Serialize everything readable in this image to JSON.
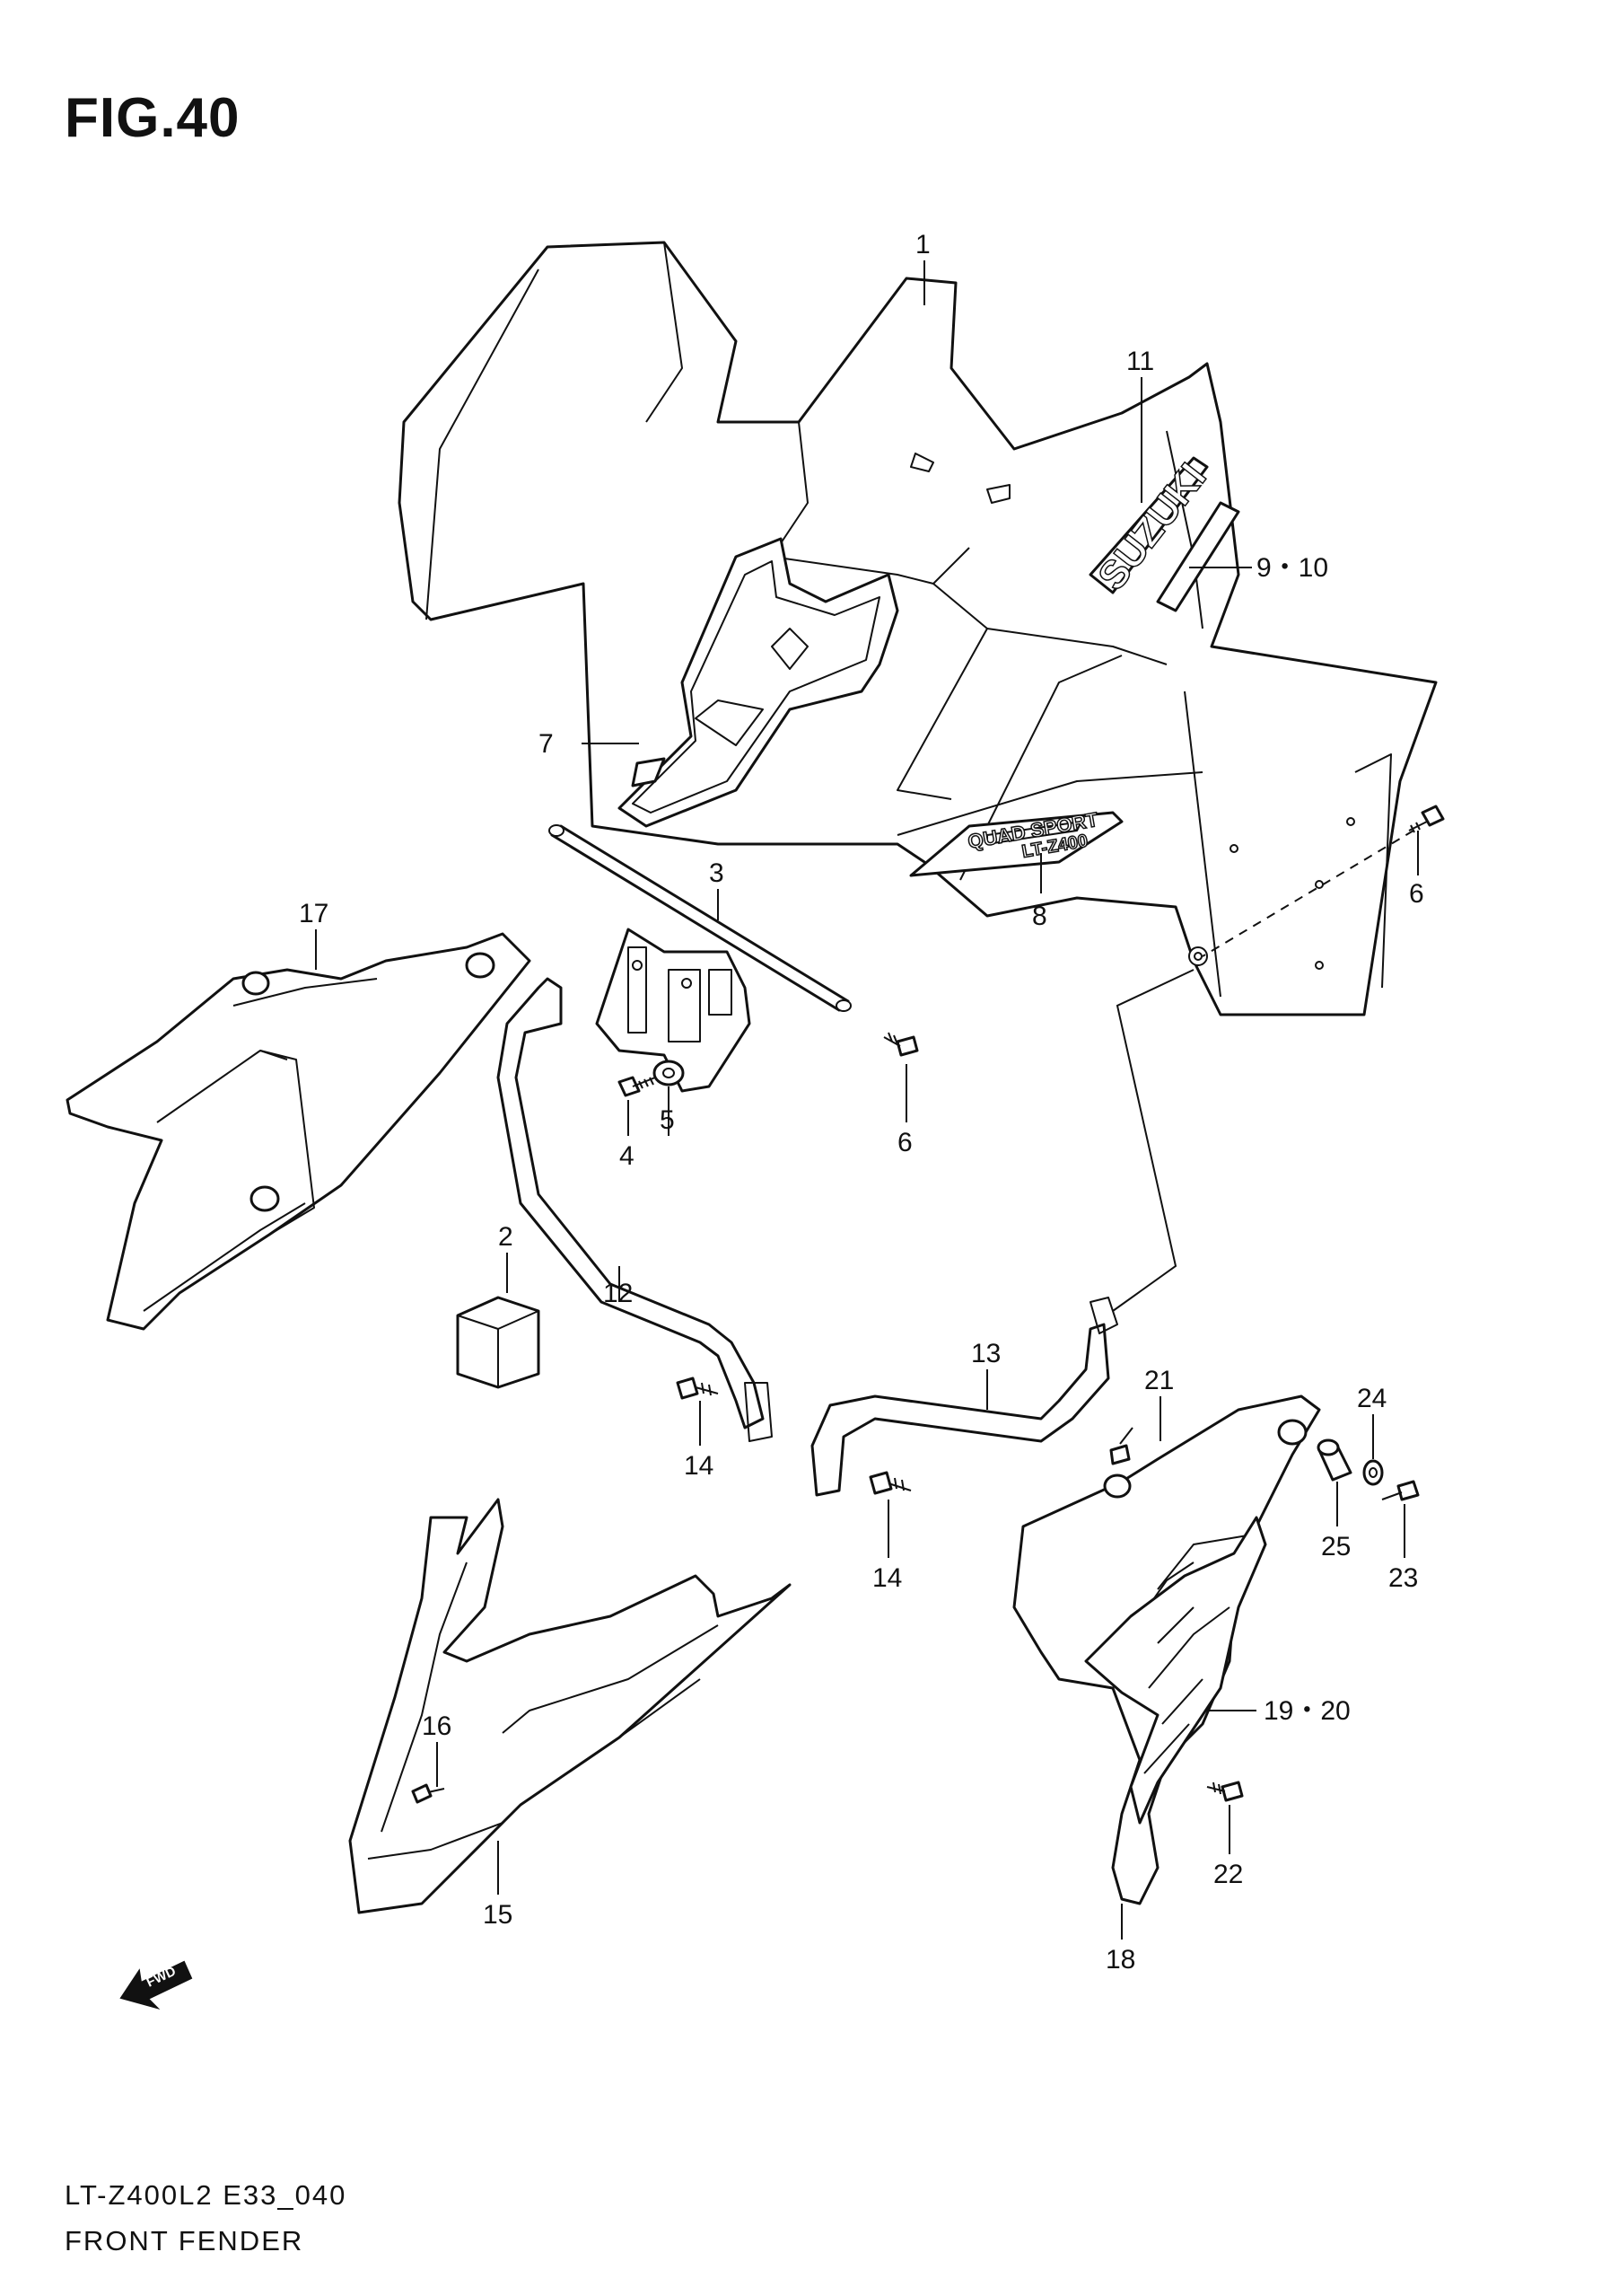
{
  "figure": {
    "title": "FIG.40",
    "model_code": "LT-Z400L2 E33_040",
    "name": "FRONT FENDER"
  },
  "callouts": {
    "c1": "1",
    "c2": "2",
    "c3": "3",
    "c4": "4",
    "c5": "5",
    "c6a": "6",
    "c6b": "6",
    "c7": "7",
    "c8": "8",
    "c9_10": "9・10",
    "c11": "11",
    "c12": "12",
    "c13": "13",
    "c14a": "14",
    "c14b": "14",
    "c15": "15",
    "c16": "16",
    "c17": "17",
    "c18": "18",
    "c19_20": "19・20",
    "c21": "21",
    "c22": "22",
    "c23": "23",
    "c24": "24",
    "c25": "25"
  },
  "decals": {
    "brand": "SUZUKI",
    "series": "QUAD SPORT",
    "model": "LT-Z400",
    "fwd_arrow": "FWD"
  }
}
